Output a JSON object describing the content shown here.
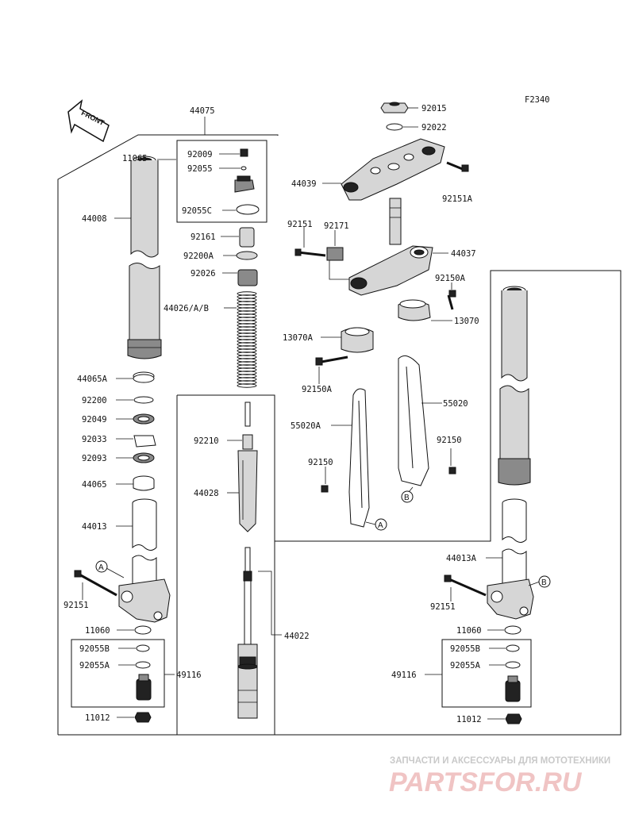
{
  "diagram_code": "F2340",
  "front_label": "FRONT",
  "callouts": {
    "p44075": "44075",
    "p11065": "11065",
    "p44008": "44008",
    "p92009": "92009",
    "p92055": "92055",
    "p92055C": "92055C",
    "p92161": "92161",
    "p92200A": "92200A",
    "p92026": "92026",
    "p44026": "44026/A/B",
    "p44065A": "44065A",
    "p92200": "92200",
    "p92049": "92049",
    "p92033": "92033",
    "p92093": "92093",
    "p44065": "44065",
    "p44013": "44013",
    "p92151_left": "92151",
    "p11060_left": "11060",
    "p92055B_left": "92055B",
    "p92055A_left": "92055A",
    "p49116_left": "49116",
    "p11012_left": "11012",
    "p92210": "92210",
    "p44028": "44028",
    "p44022": "44022",
    "p92015": "92015",
    "p92022": "92022",
    "p44039": "44039",
    "p92151A": "92151A",
    "p92151_top": "92151",
    "p92171": "92171",
    "p44037": "44037",
    "p92150A_top": "92150A",
    "p13070": "13070",
    "p13070A": "13070A",
    "p92150A_mid": "92150A",
    "p55020": "55020",
    "p55020A": "55020A",
    "p92150_right": "92150",
    "p92150_mid": "92150",
    "p44013A": "44013A",
    "p92151_right": "92151",
    "p11060_right": "11060",
    "p92055B_right": "92055B",
    "p92055A_right": "92055A",
    "p49116_right": "49116",
    "p11012_right": "11012"
  },
  "ref_markers": {
    "a1": "A",
    "a2": "A",
    "b1": "B",
    "b2": "B"
  },
  "watermark": {
    "subtitle": "ЗАПЧАСТИ И АКСЕССУАРЫ ДЛЯ МОТОТЕХНИКИ",
    "brand": "PARTSFOR.RU"
  }
}
